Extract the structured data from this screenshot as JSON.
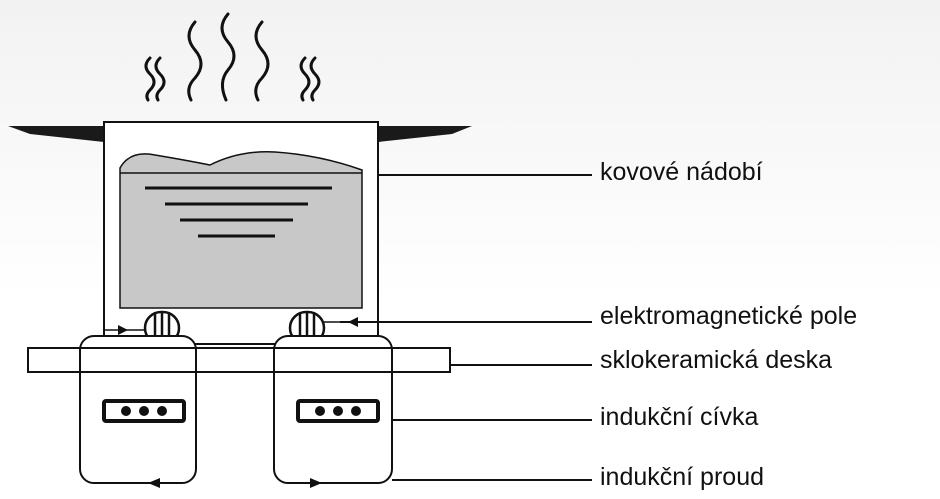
{
  "labels": [
    {
      "id": "metal-cookware",
      "text": "kovové nádobí"
    },
    {
      "id": "electromagnetic-field",
      "text": "elektromagnetické pole"
    },
    {
      "id": "glass-ceramic-plate",
      "text": "sklokeramická deska"
    },
    {
      "id": "induction-coil",
      "text": "indukční cívka"
    },
    {
      "id": "induced-current",
      "text": "indukční proud"
    }
  ],
  "colors": {
    "stroke": "#111111",
    "liquid": "#c8c8c8",
    "background_top": "#f2f2f2",
    "handle": "#1a1a1a"
  },
  "icons": [
    "heat-steam-icon",
    "coil-winding-icon",
    "arrow-icon"
  ]
}
